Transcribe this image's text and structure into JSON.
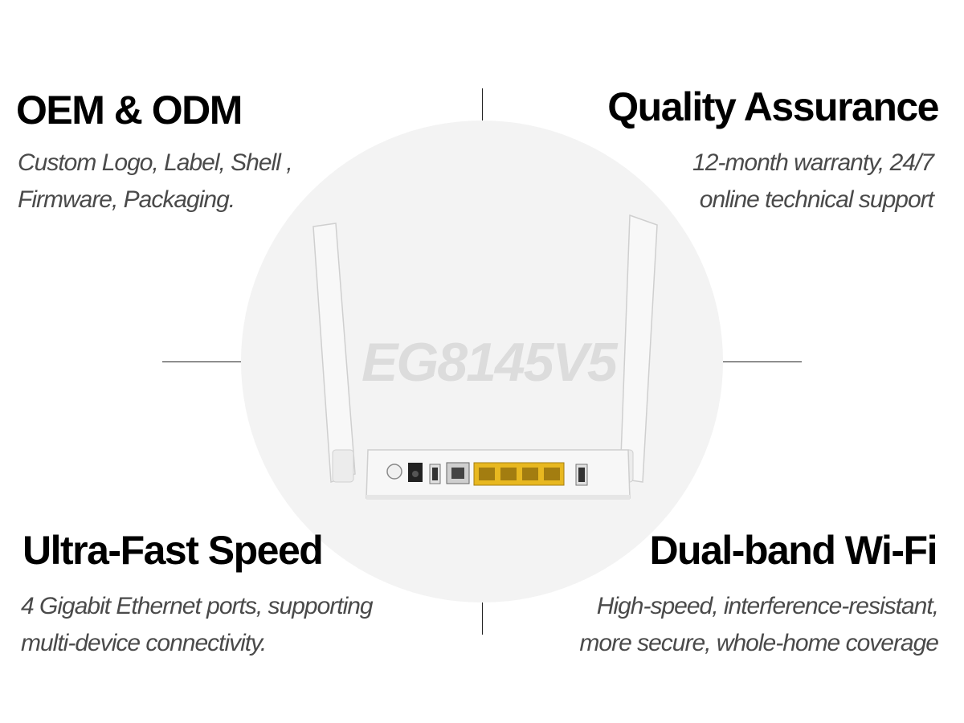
{
  "product": {
    "model": "EG8145V5"
  },
  "features": {
    "top_left": {
      "title": "OEM & ODM",
      "lines": [
        "Custom Logo, Label, Shell ,",
        "Firmware, Packaging."
      ]
    },
    "top_right": {
      "title": "Quality Assurance",
      "lines": [
        "12-month warranty, 24/7",
        "online technical support"
      ]
    },
    "bottom_left": {
      "title": "Ultra-Fast Speed",
      "lines": [
        "4 Gigabit Ethernet ports, supporting",
        "multi-device connectivity."
      ]
    },
    "bottom_right": {
      "title": "Dual-band Wi-Fi",
      "lines": [
        "High-speed, interference-resistant,",
        "more secure, whole-home coverage"
      ]
    }
  },
  "colors": {
    "background": "#ffffff",
    "circle": "#f3f3f3",
    "router_body": "#f7f7f7",
    "ethernet_ports": "#e8b820"
  }
}
